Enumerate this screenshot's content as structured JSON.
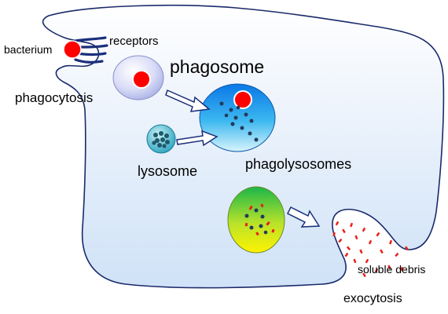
{
  "labels": {
    "bacterium": "bacterium",
    "receptors": "receptors",
    "phagocytosis": "phagocytosis",
    "phagosome": "phagosome",
    "lysosome": "lysosome",
    "phagolysosomes": "phagolysosomes",
    "soluble_debris": "soluble debris",
    "exocytosis": "exocytosis"
  },
  "colors": {
    "cell_fill_top": "#ffffff",
    "cell_fill_bottom": "#cfe2f7",
    "cell_outline": "#1a2a6a",
    "bacterium": "#ff0000",
    "receptor": "#1a2f7a",
    "phagosome_fill": "#c6ccef",
    "lysosome_fill": "#3ab0c8",
    "phagolysosome_fill": "#1a8fe0",
    "mature_phagolysosome_top": "#22c04a",
    "mature_phagolysosome_bottom": "#fff200",
    "enzyme_dot": "#243a5a",
    "debris": "#e8201a"
  }
}
